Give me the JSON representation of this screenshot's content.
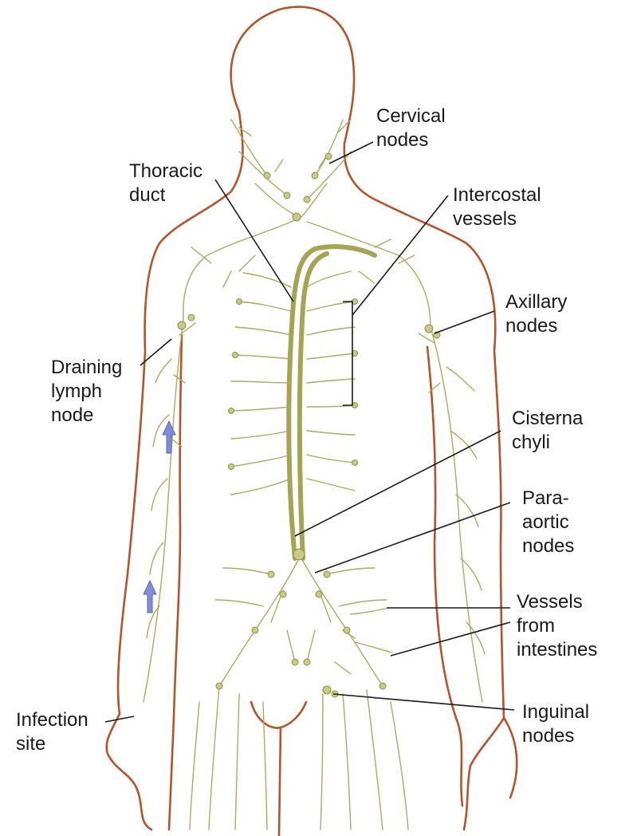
{
  "labels": {
    "cervical_nodes": [
      "Cervical",
      "nodes"
    ],
    "thoracic_duct": [
      "Thoracic",
      "duct"
    ],
    "intercostal_vessels": [
      "Intercostal",
      "vessels"
    ],
    "axillary_nodes": [
      "Axillary",
      "nodes"
    ],
    "draining_lymph_node": [
      "Draining",
      "lymph",
      "node"
    ],
    "cisterna_chyli": [
      "Cisterna",
      "chyli"
    ],
    "para_aortic_nodes": [
      "Para-",
      "aortic",
      "nodes"
    ],
    "vessels_from_intestines": [
      "Vessels",
      "from",
      "intestines"
    ],
    "infection_site": [
      "Infection",
      "site"
    ],
    "inguinal_nodes": [
      "Inguinal",
      "nodes"
    ]
  },
  "colors": {
    "body_outline": "#b5532b",
    "lymph_vessel": "#a9ab60",
    "lymph_node": "#c9cb85",
    "flow_arrow": "#7f8fd6"
  },
  "icons": {
    "flow_arrow": "up-arrow-icon"
  }
}
